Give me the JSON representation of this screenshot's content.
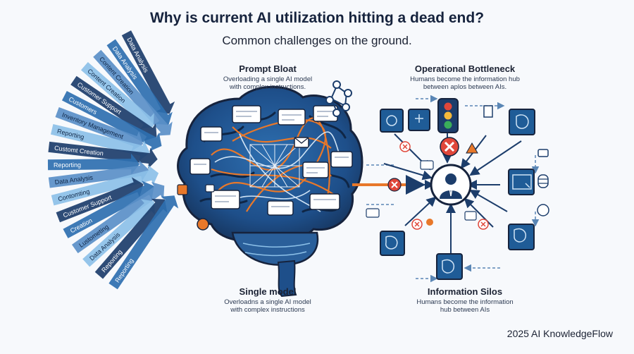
{
  "header": {
    "title": "Why is current AI utilization hitting a dead end?",
    "subtitle": "Common challenges on the ground."
  },
  "prompt_bloat": {
    "title": "Prompt Bloat",
    "desc_line1": "Overloading a single AI model",
    "desc_line2": "with complex instructions."
  },
  "operational_bottleneck": {
    "title": "Operational Bottleneck",
    "desc_line1": "Humans become the information hub",
    "desc_line2": "between aplos between AIs."
  },
  "single_model": {
    "title": "Single model",
    "desc_line1": "Overloadns a single AI model",
    "desc_line2": "with complex instructions"
  },
  "information_silos": {
    "title": "Information Silos",
    "desc_line1": "Humans become the information",
    "desc_line2": "hub between AIs"
  },
  "task_arrows": [
    "Data Analysis",
    "Data Analysis",
    "Content Creation",
    "Content Creation",
    "Customer Support",
    "Customers",
    "Inventory Management",
    "Reporting",
    "Customt Creation",
    "Reporting",
    "Data Analysis",
    "Contomting",
    "Customer Support",
    "Creation",
    "Lustometing",
    "Data Analysis",
    "Reporting",
    "Reporting"
  ],
  "footer": {
    "credit": "2025 AI KnowledgeFlow"
  },
  "colors": {
    "navy": "#1c3d6b",
    "blue": "#2e6fb0",
    "light_blue": "#8cc0e8",
    "orange": "#e8782a",
    "red": "#e0473a",
    "panel": "#f7f9fc"
  }
}
